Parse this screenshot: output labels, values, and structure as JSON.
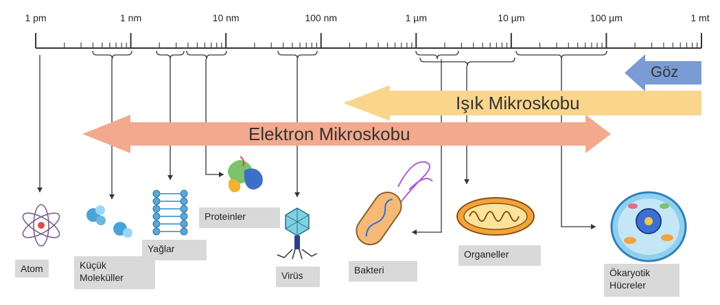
{
  "scale": {
    "ticks": [
      "1 pm",
      "1 nm",
      "10 nm",
      "100 nm",
      "1 µm",
      "10 µm",
      "100 µm",
      "1 mt"
    ]
  },
  "ranges": {
    "goz": "Göz",
    "isik": "Işık Mikroskobu",
    "elektron": "Elektron Mikroskobu"
  },
  "objects": {
    "atom": "Atom",
    "kucuk": "Küçük\nMoleküller",
    "yaglar": "Yağlar",
    "proteinler": "Proteinler",
    "virus": "Virüs",
    "bakteri": "Bakteri",
    "organeller": "Organeller",
    "okaryotik": "Ökaryotik\nHücreler"
  },
  "colors": {
    "goz_arrow": "#7a9bd3",
    "isik_arrow": "#fad58c",
    "elektron_arrow": "#f2a98d"
  }
}
